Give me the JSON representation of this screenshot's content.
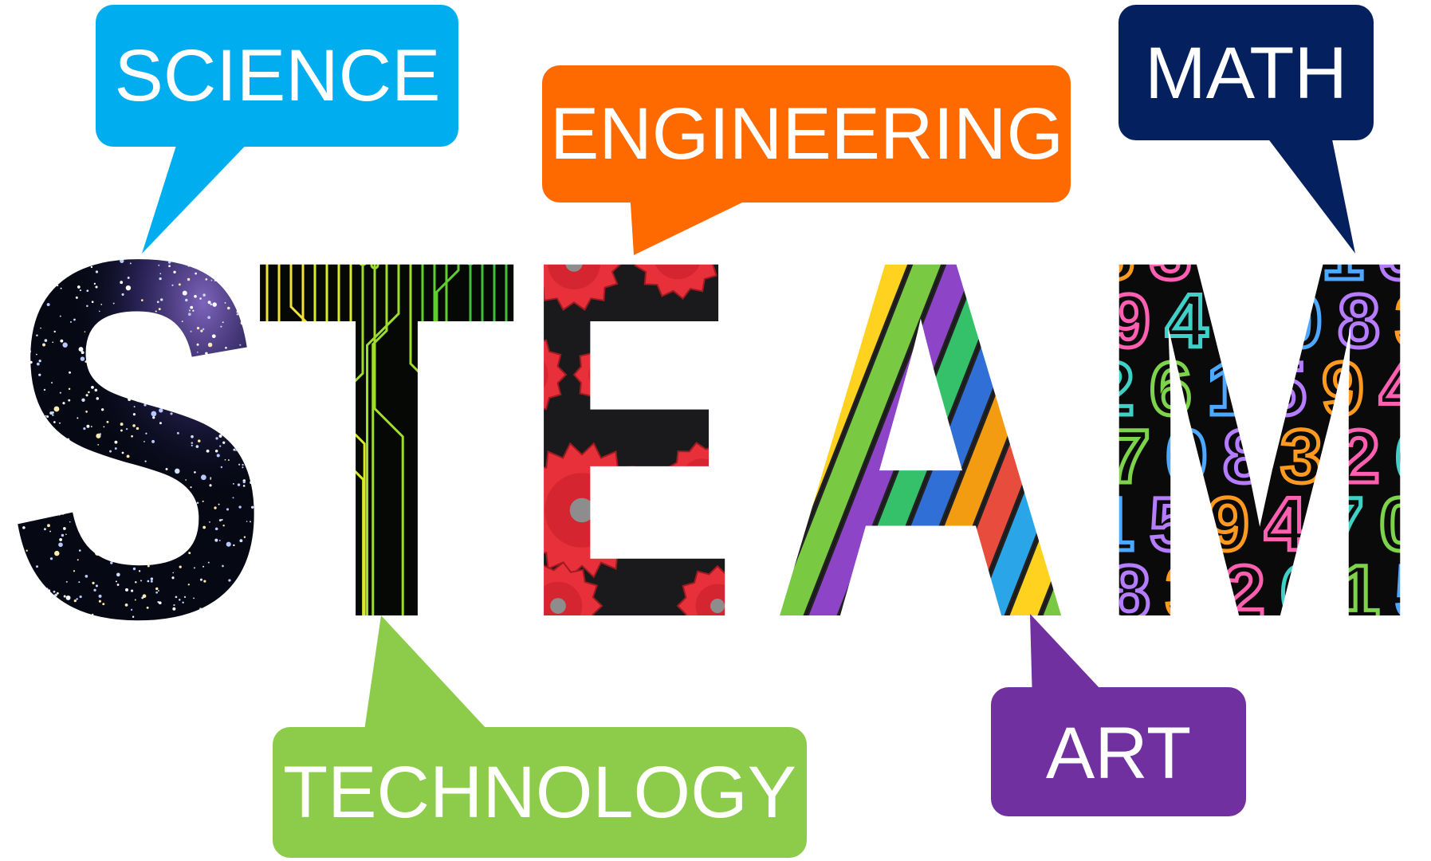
{
  "bubbles": {
    "science": {
      "label": "SCIENCE",
      "color": "#00AEEF"
    },
    "engineering": {
      "label": "ENGINEERING",
      "color": "#FF6A00"
    },
    "math": {
      "label": "MATH",
      "color": "#05205E"
    },
    "technology": {
      "label": "TECHNOLOGY",
      "color": "#8DCB4A"
    },
    "art": {
      "label": "ART",
      "color": "#7030A0"
    }
  },
  "word": {
    "letters": [
      {
        "char": "S",
        "theme": "starfield"
      },
      {
        "char": "T",
        "theme": "circuit-board"
      },
      {
        "char": "E",
        "theme": "red-gears"
      },
      {
        "char": "A",
        "theme": "rainbow-piano-keys"
      },
      {
        "char": "M",
        "theme": "chalk-numbers"
      }
    ]
  },
  "chalk_numbers": [
    "8",
    "3",
    "2",
    "6",
    "1",
    "5",
    "9",
    "4",
    "7",
    "0"
  ]
}
